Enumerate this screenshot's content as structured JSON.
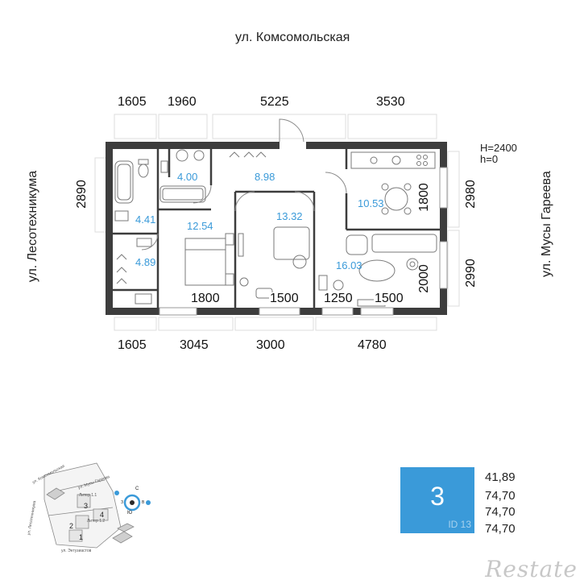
{
  "streets": {
    "top": "ул. Комсомольская",
    "left": "ул. Лесотехникума",
    "right": "ул. Мусы Гареева"
  },
  "dims_top": [
    "1605",
    "1960",
    "5225",
    "3530"
  ],
  "dims_bottom": [
    "1605",
    "3045",
    "3000",
    "4780"
  ],
  "dims_left": [
    "2890"
  ],
  "dims_right": [
    "2980",
    "2990"
  ],
  "ceiling": {
    "h": "H=2400",
    "h0": "h=0"
  },
  "rooms": {
    "bath": "4.00",
    "hall": "8.98",
    "kitchen": "10.53",
    "wc": "4.41",
    "bedroom1": "12.54",
    "bedroom2": "13.32",
    "wardrobe": "4.89",
    "living": "16.03"
  },
  "inner_dims": {
    "kitchen_window": "1800",
    "living_window": "2000",
    "w1": "1800",
    "w2": "1500",
    "w3": "1250",
    "w4": "1500"
  },
  "info": {
    "rooms_count": "3",
    "id_text": "ID 13",
    "areas": [
      "41,89",
      "74,70",
      "74,70",
      "74,70"
    ]
  },
  "site_plan": {
    "street_top": "ул. Комсомольская",
    "street_left": "ул. Лесотехникума",
    "street_right": "ул. Мусы Гареева",
    "street_bottom": "ул. Энтузиастов",
    "lit_1_1": "Литер 1.1",
    "lit_1_2": "Литер 1.2",
    "buildings": [
      "1",
      "2",
      "3",
      "4"
    ],
    "compass_n": "С",
    "compass_s": "Ю",
    "compass_w": "З",
    "compass_e": "В"
  },
  "watermark": "Restate",
  "colors": {
    "accent": "#3a9ad9",
    "wall": "#3d3d3d"
  }
}
